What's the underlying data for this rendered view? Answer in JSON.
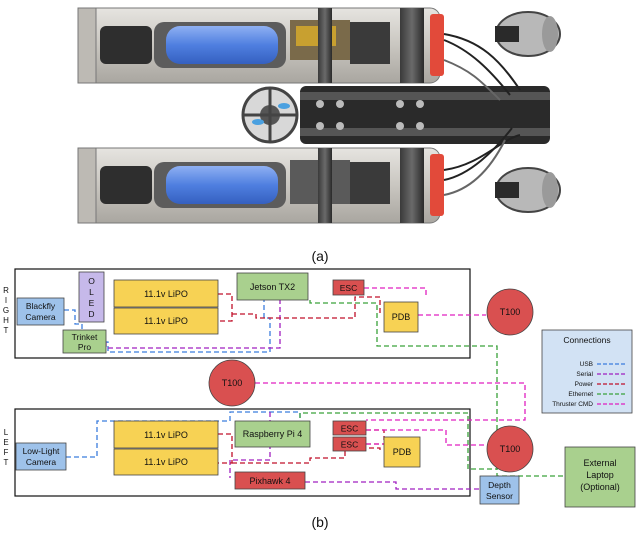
{
  "captions": {
    "a": "(a)",
    "b": "(b)"
  },
  "side_labels": {
    "right": [
      "R",
      "I",
      "G",
      "H",
      "T"
    ],
    "left": [
      "L",
      "E",
      "F",
      "T"
    ]
  },
  "oled_letters": [
    "O",
    "L",
    "E",
    "D"
  ],
  "blocks": {
    "right_lipo_1": "11.1v LiPO",
    "right_lipo_2": "11.1v LiPO",
    "blackfly": [
      "Blackfly",
      "Camera"
    ],
    "trinket": [
      "Trinket",
      "Pro"
    ],
    "jetson": "Jetson TX2",
    "esc_right": "ESC",
    "pdb_right": "PDB",
    "t100_right": "T100",
    "t100_middle": "T100",
    "left_lipo_1": "11.1v LiPO",
    "left_lipo_2": "11.1v LiPO",
    "lowlight": [
      "Low-Light",
      "Camera"
    ],
    "raspberry": "Raspberry Pi 4",
    "pixhawk": "Pixhawk 4",
    "esc_left_1": "ESC",
    "esc_left_2": "ESC",
    "pdb_left": "PDB",
    "t100_left": "T100",
    "depth": [
      "Depth",
      "Sensor"
    ],
    "laptop": [
      "External",
      "Laptop",
      "(Optional)"
    ]
  },
  "legend": {
    "title": "Connections",
    "items": [
      {
        "label": "USB",
        "color": "#3b7ddd"
      },
      {
        "label": "Serial",
        "color": "#a020c0"
      },
      {
        "label": "Power",
        "color": "#c0102a"
      },
      {
        "label": "Ethernet",
        "color": "#3aa23a"
      },
      {
        "label": "Thruster CMD",
        "color": "#e020c0"
      }
    ]
  },
  "colors": {
    "lipo": "#f7d254",
    "camera": "#9ec2ea",
    "green_block": "#a9d08e",
    "oled": "#c6b9ea",
    "esc": "#d95050",
    "thruster": "#d95050",
    "legend_bg": "#d2e2f4"
  }
}
